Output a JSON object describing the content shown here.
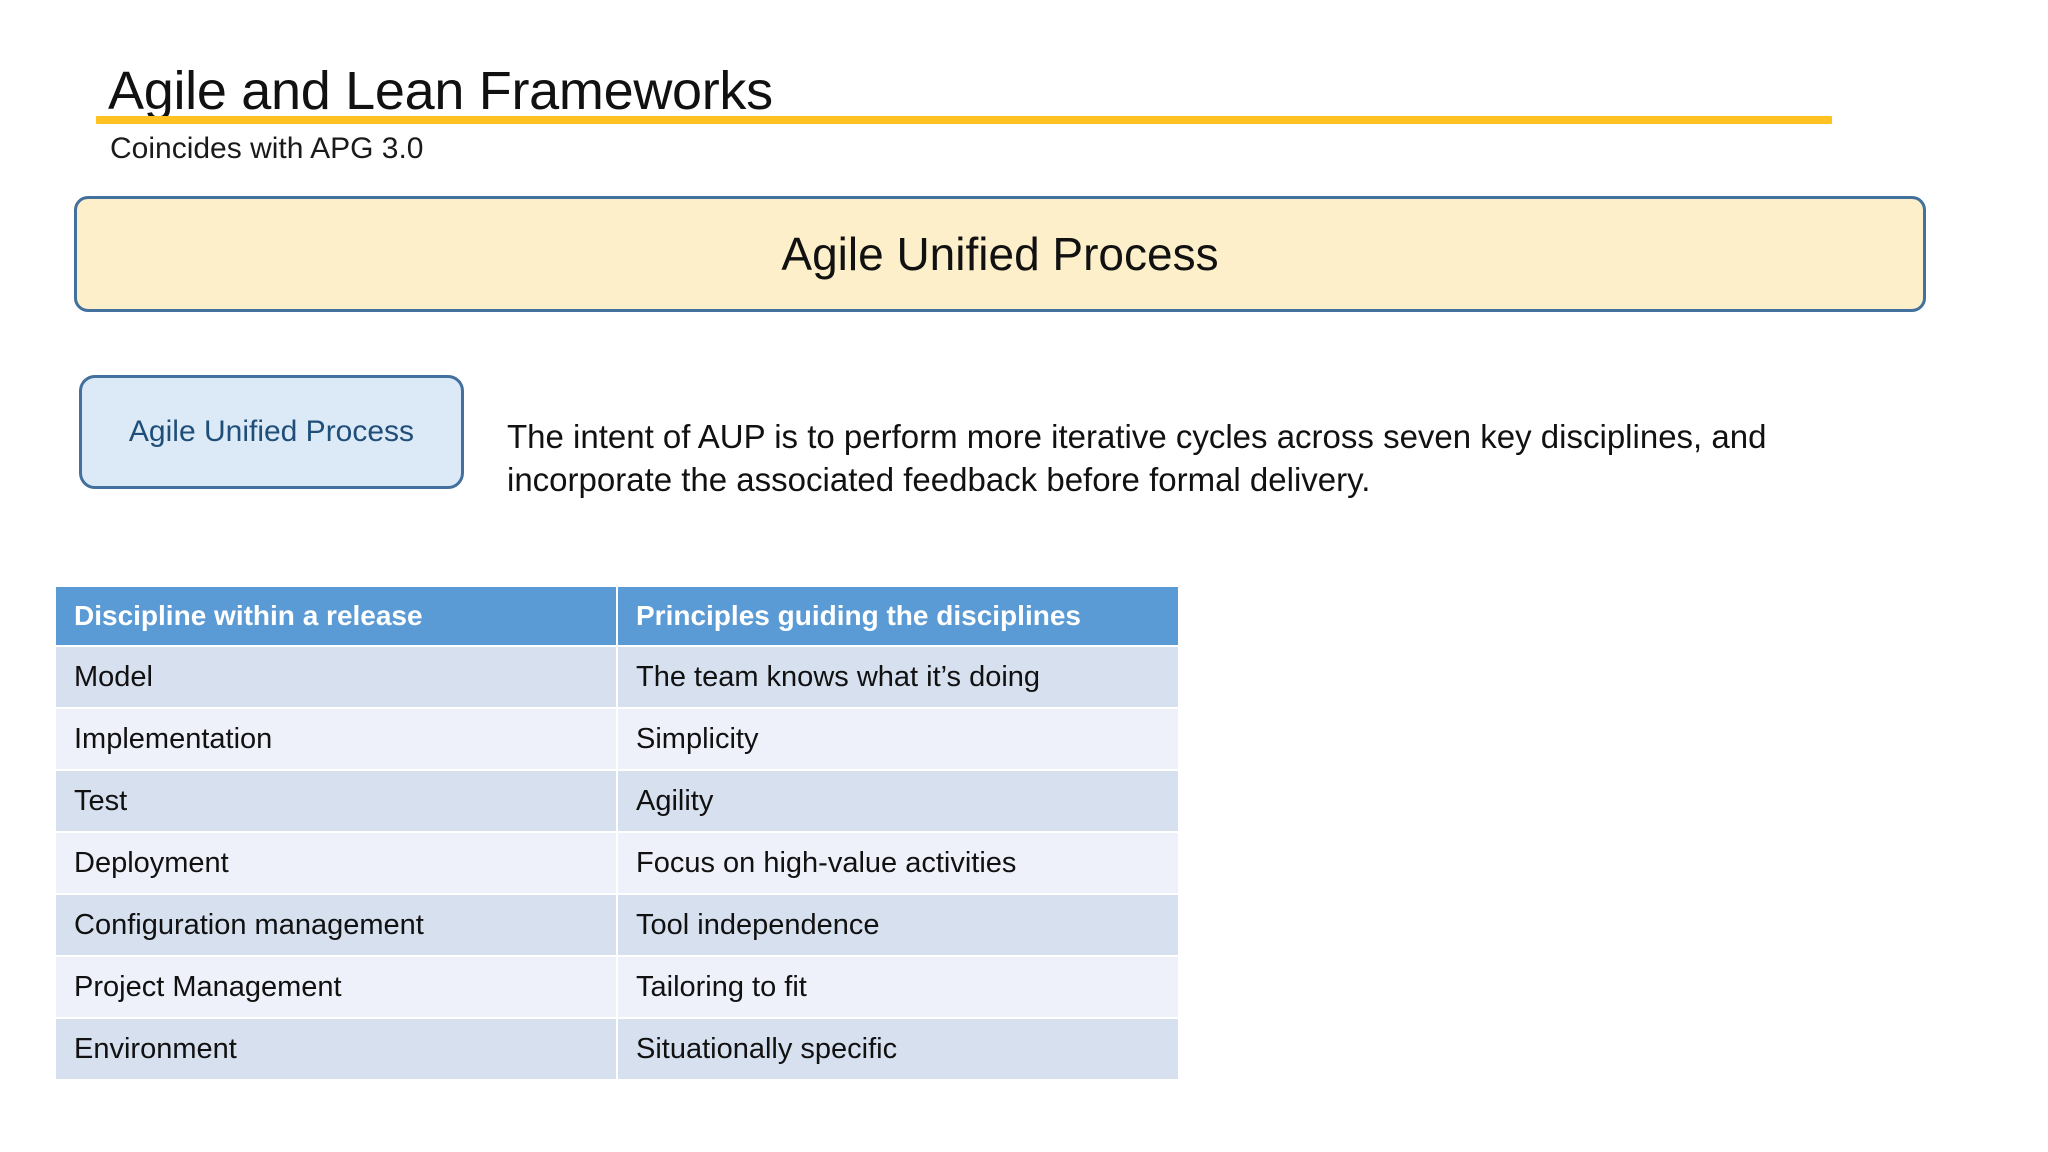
{
  "slide": {
    "title": "Agile and Lean Frameworks",
    "subtitle": "Coincides with APG 3.0",
    "banner_heading": "Agile Unified Process",
    "callout_label": "Agile Unified Process",
    "body_text": "The intent of AUP is to perform more iterative cycles across seven key disciplines, and incorporate the associated feedback before formal delivery."
  },
  "colors": {
    "title_rule": "#ffc222",
    "banner_fill": "#fdefc9",
    "banner_border": "#41719c",
    "callout_fill": "#dce9f6",
    "callout_border": "#41719c",
    "callout_text": "#1f4e79",
    "table_header": "#5b9bd5",
    "table_row_odd": "#d6e0ef",
    "table_row_even": "#eef1f9"
  },
  "table": {
    "headers": [
      "Discipline within a release",
      "Principles guiding the disciplines"
    ],
    "rows": [
      {
        "discipline": "Model",
        "principle": "The team knows what it’s doing"
      },
      {
        "discipline": "Implementation",
        "principle": "Simplicity"
      },
      {
        "discipline": "Test",
        "principle": "Agility"
      },
      {
        "discipline": "Deployment",
        "principle": "Focus on high-value activities"
      },
      {
        "discipline": "Configuration management",
        "principle": "Tool independence"
      },
      {
        "discipline": "Project Management",
        "principle": "Tailoring to fit"
      },
      {
        "discipline": "Environment",
        "principle": "Situationally specific"
      }
    ]
  }
}
